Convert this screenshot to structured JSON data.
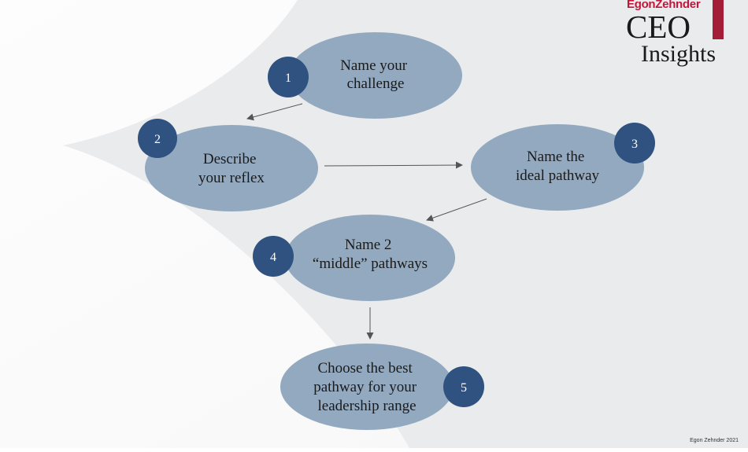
{
  "brand": {
    "name": "EgonZehnder",
    "title": "CEO",
    "subtitle": "Insights",
    "accent_color": "#a31d38",
    "brand_color": "#c4153a"
  },
  "steps": [
    {
      "number": "1",
      "lines": [
        "Name your",
        "challenge"
      ]
    },
    {
      "number": "2",
      "lines": [
        "Describe",
        "your reflex"
      ]
    },
    {
      "number": "3",
      "lines": [
        "Name the",
        "ideal pathway"
      ]
    },
    {
      "number": "4",
      "lines": [
        "Name 2",
        "“middle” pathways"
      ]
    },
    {
      "number": "5",
      "lines": [
        "Choose the best",
        "pathway for your",
        "leadership range"
      ]
    }
  ],
  "colors": {
    "ellipse_fill": "#93a9c0",
    "badge_fill": "#2f5280",
    "arrow": "#555555"
  },
  "footer": "Egon Zehnder 2021"
}
